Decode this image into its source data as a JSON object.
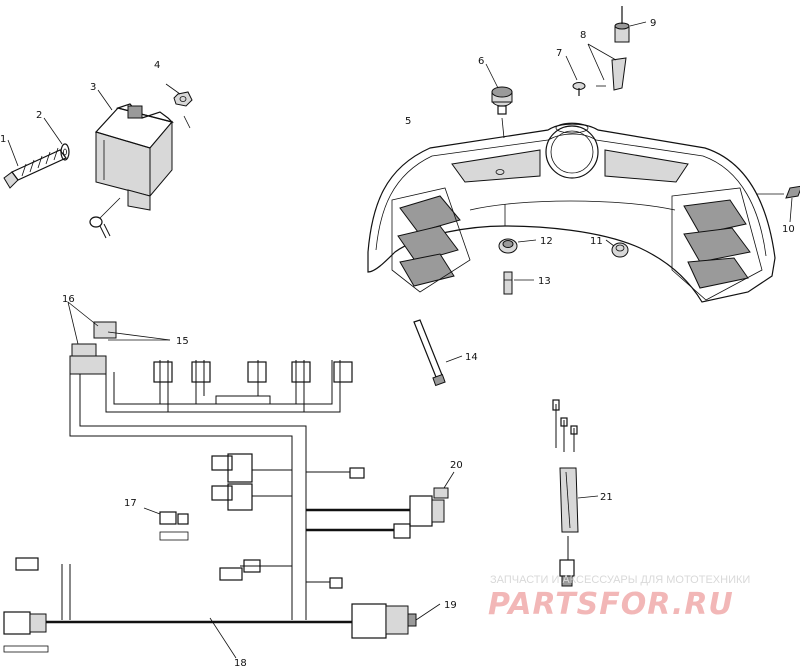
{
  "callouts": {
    "c1": "1",
    "c2": "2",
    "c3": "3",
    "c4": "4",
    "c5": "5",
    "c6": "6",
    "c7": "7",
    "c8": "8",
    "c9": "9",
    "c10": "10",
    "c11": "11",
    "c12": "12",
    "c13": "13",
    "c14": "14",
    "c15": "15",
    "c16": "16",
    "c17": "17",
    "c18": "18",
    "c19": "19",
    "c20": "20",
    "c21": "21"
  },
  "watermark": {
    "subtitle": "ЗАПЧАСТИ И АКСЕССУАРЫ ДЛЯ МОТОТЕХНИКИ",
    "brand": "PARTSFOR.RU"
  }
}
